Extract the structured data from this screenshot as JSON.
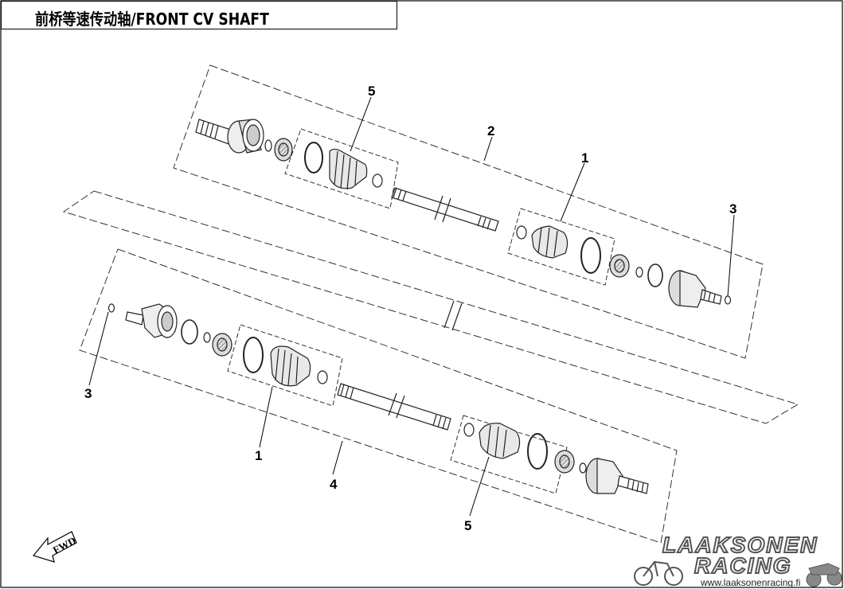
{
  "title": "前桥等速传动轴/FRONT CV SHAFT",
  "callouts": {
    "upper_assembly": "2",
    "upper_boot_kit": "5",
    "upper_outer_joint": "1",
    "upper_clip": "3",
    "lower_clip": "3",
    "lower_assembly": "4",
    "lower_outer_joint": "1",
    "lower_boot_kit": "5"
  },
  "fwd_label": "FWD",
  "watermark": {
    "line1": "LAAKSONEN",
    "line2": "RACING",
    "url": "www.laaksonenracing.fi"
  }
}
